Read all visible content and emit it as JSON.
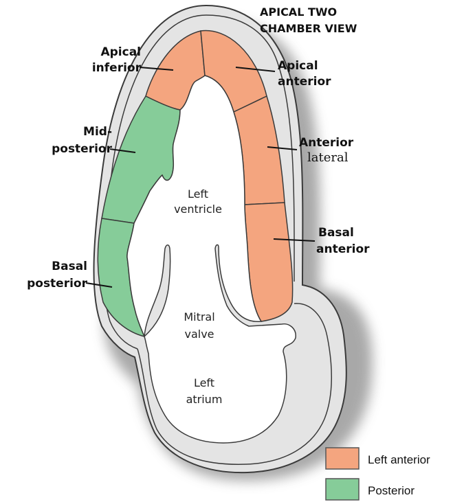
{
  "title": {
    "line1": "APICAL TWO",
    "line2": "CHAMBER VIEW"
  },
  "segments": {
    "apical_inferior": {
      "line1": "Apical",
      "line2": "inferior"
    },
    "apical_anterior": {
      "line1": "Apical",
      "line2": "anterior"
    },
    "mid_posterior": {
      "line1": "Mid-",
      "line2": "posterior"
    },
    "anterior_lateral": {
      "line1": "Anterior",
      "line2": "lateral"
    },
    "basal_posterior": {
      "line1": "Basal",
      "line2": "posterior"
    },
    "basal_anterior": {
      "line1": "Basal",
      "line2": "anterior"
    }
  },
  "chambers": {
    "left_ventricle": {
      "line1": "Left",
      "line2": "ventricle"
    },
    "mitral_valve": {
      "line1": "Mitral",
      "line2": "valve"
    },
    "left_atrium": {
      "line1": "Left",
      "line2": "atrium"
    }
  },
  "legend": {
    "items": [
      {
        "label": "Left anterior",
        "color": "#f4a57f"
      },
      {
        "label": "Posterior",
        "color": "#86cc99"
      }
    ]
  },
  "colors": {
    "left_anterior": "#f4a57f",
    "posterior": "#86cc99",
    "pericardium": "#e4e4e4",
    "shadow": "#9a9a9a",
    "outline": "#3a3a3a"
  }
}
